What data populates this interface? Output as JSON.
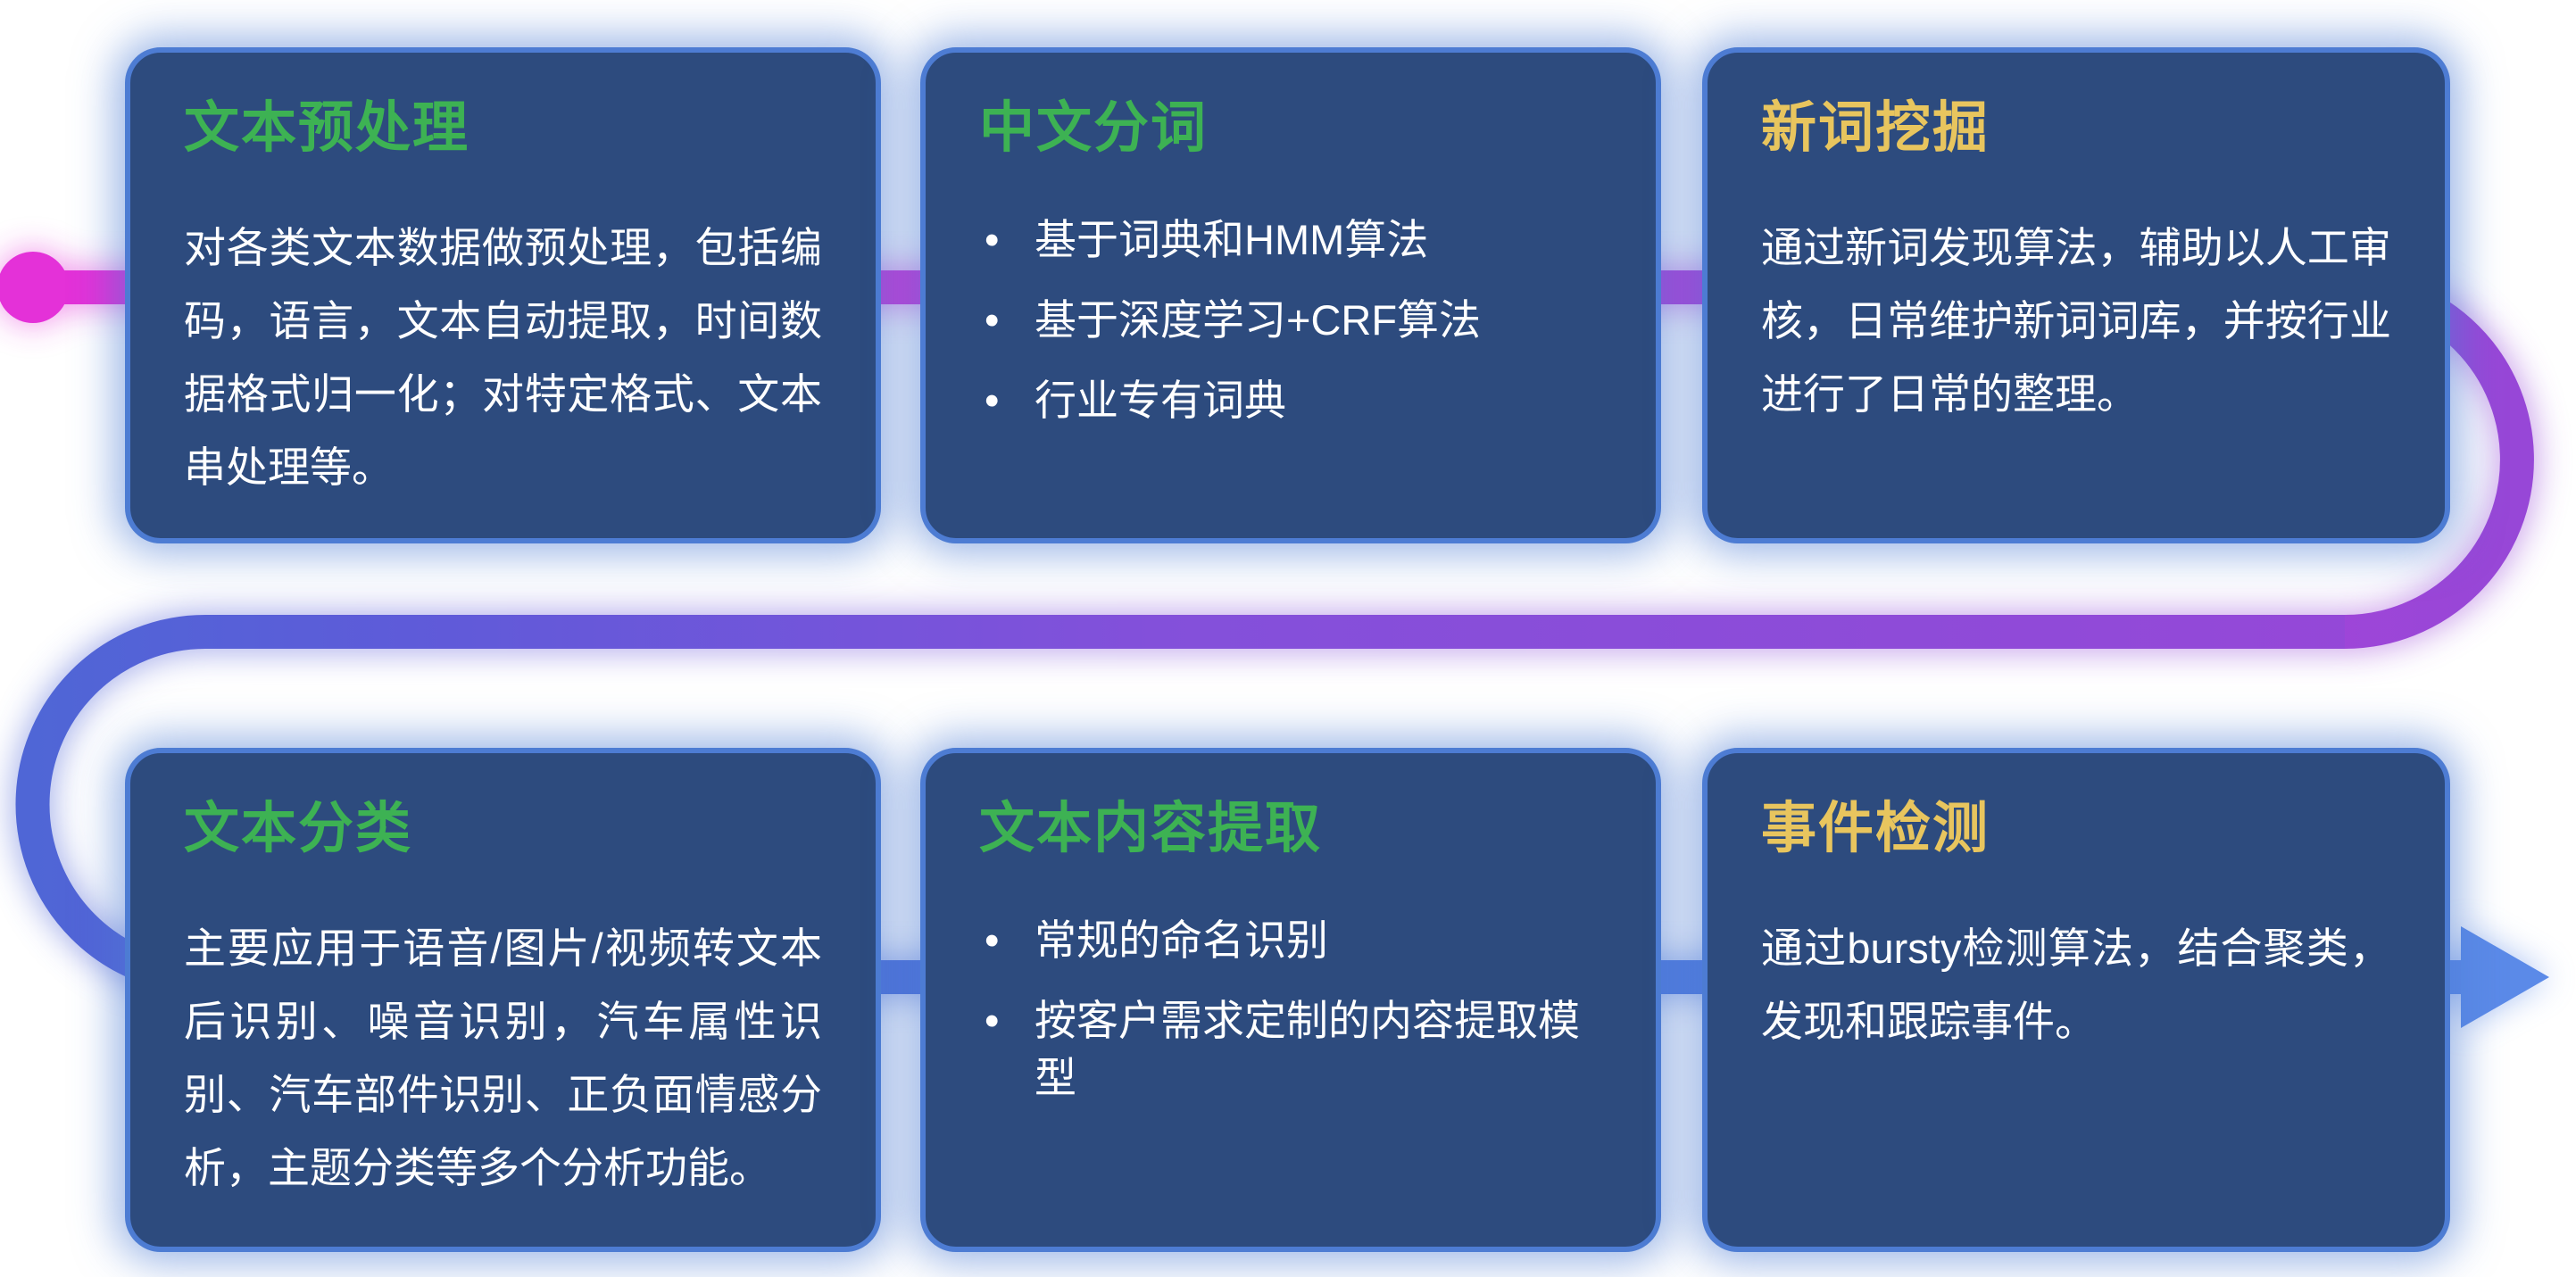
{
  "diagram": {
    "name": "nlp-text-processing-pipeline",
    "palette": {
      "background": "#ffffff",
      "card_fill": "#2d4b7e",
      "card_border": "#4d7cd3",
      "card_glow": "rgba(77,124,211,0.55)",
      "title_green": "#3db253",
      "title_yellow": "#e8c55e",
      "body_text": "#ffffff",
      "flow_start_magenta": "#e431d8",
      "flow_purple": "#9747d7",
      "flow_blue": "#4f66d6",
      "flow_arrow_blue": "#5b8ae8"
    }
  },
  "cards": [
    {
      "id": "text-preprocessing",
      "title": "文本预处理",
      "accent": "green",
      "body": "对各类文本数据做预处理，包括编码，语言，文本自动提取，时间数据格式归一化；对特定格式、文本串处理等。"
    },
    {
      "id": "chinese-word-segmentation",
      "title": "中文分词",
      "accent": "green",
      "bullets": [
        "基于词典和HMM算法",
        "基于深度学习+CRF算法",
        "行业专有词典"
      ]
    },
    {
      "id": "new-word-mining",
      "title": "新词挖掘",
      "accent": "yellow",
      "body": "通过新词发现算法，辅助以人工审核，日常维护新词词库，并按行业进行了日常的整理。"
    },
    {
      "id": "text-classification",
      "title": "文本分类",
      "accent": "green",
      "body": "主要应用于语音/图片/视频转文本后识别、噪音识别，汽车属性识别、汽车部件识别、正负面情感分析，主题分类等多个分析功能。"
    },
    {
      "id": "text-content-extraction",
      "title": "文本内容提取",
      "accent": "green",
      "bullets": [
        "常规的命名识别",
        "按客户需求定制的内容提取模型"
      ]
    },
    {
      "id": "event-detection",
      "title": "事件检测",
      "accent": "yellow",
      "body": "通过bursty检测算法，结合聚类，发现和跟踪事件。"
    }
  ]
}
